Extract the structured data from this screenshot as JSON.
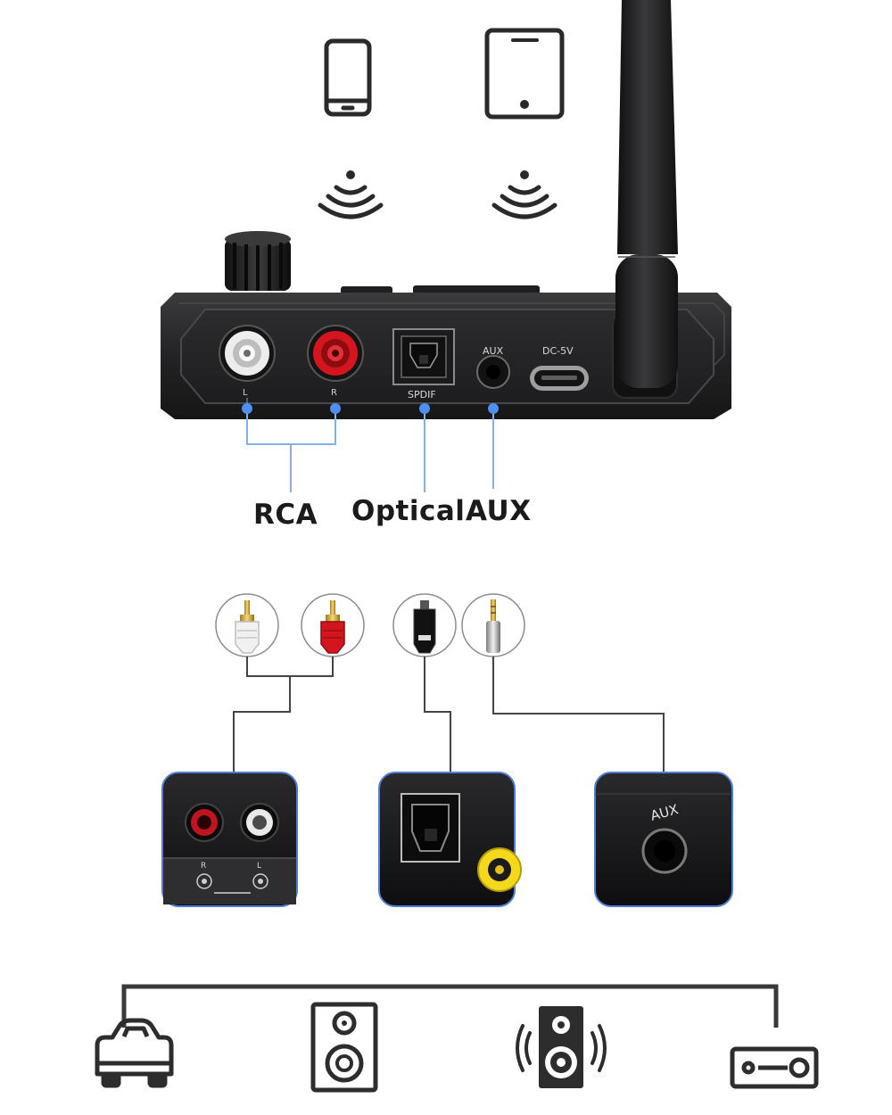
{
  "device": {
    "port_labels": {
      "left": "L",
      "right": "R",
      "optical": "SPDIF",
      "aux": "AUX",
      "power": "DC-5V"
    }
  },
  "callouts": {
    "rca": "RCA",
    "optical": "Optical",
    "aux": "AUX"
  },
  "panels": {
    "rca_small_r": "R",
    "rca_small_l": "L",
    "aux_label": "AUX"
  },
  "icons": {
    "top": [
      "smartphone-icon",
      "tablet-icon",
      "wireless-signal-icon",
      "wireless-signal-icon"
    ],
    "plugs": [
      "rca-white-plug-icon",
      "rca-red-plug-icon",
      "optical-toslink-plug-icon",
      "aux-3.5mm-plug-icon"
    ],
    "outputs": [
      "car-icon",
      "bookshelf-speaker-icon",
      "subwoofer-speaker-icon",
      "stereo-receiver-icon"
    ]
  },
  "colors": {
    "accent": "#4f7fd6",
    "rca_red": "#d5151d",
    "rca_white": "#f2f2f2",
    "optical_yellow": "#f3d81d",
    "device_body": "#2b2b2d"
  }
}
